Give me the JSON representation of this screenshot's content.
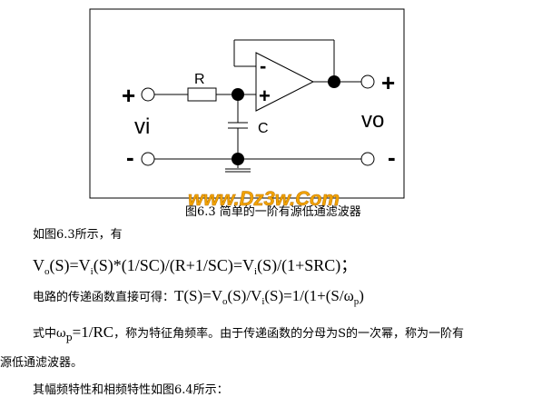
{
  "figure": {
    "caption": "图6.3 简单的一阶有源低通滤波器",
    "watermark": "www.Dz3w.Com",
    "labels": {
      "plus_in": "+",
      "minus_in": "-",
      "plus_out": "+",
      "minus_out": "-",
      "vi": "vi",
      "vo": "vo",
      "resistor": "R",
      "capacitor": "C",
      "opamp_minus": "-",
      "opamp_plus": "+"
    },
    "colors": {
      "watermark_fill": "#f2a300",
      "watermark_stroke": "#c07800",
      "opamp_fill": "#ffffff"
    }
  },
  "text": {
    "line1": "如图6.3所示，有",
    "line2_parts": {
      "a": "V",
      "a_sub": "o",
      "b": "(S)=V",
      "b_sub": "i",
      "c": "(S)*(1/SC)/(R+1/SC)=V",
      "c_sub": "i",
      "d": "(S)/(1+SRC)；"
    },
    "line3_parts": {
      "prefix": "电路的传递函数直接可得：",
      "a": "T(S)=V",
      "a_sub": "o",
      "b": "(S)/V",
      "b_sub": "i",
      "c": "(S)=1/(1+(S/ω",
      "c_sub": "p",
      "d": ")"
    },
    "line4_parts": {
      "prefix": "式中ω",
      "sub": "p",
      "formula": "=1/RC",
      "rest": "，称为特征角频率。由于传递函数的分母为S的一次幂，称为一阶有"
    },
    "line5": "源低通滤波器。",
    "line6": "其幅频特性和相频特性如图6.4所示："
  }
}
